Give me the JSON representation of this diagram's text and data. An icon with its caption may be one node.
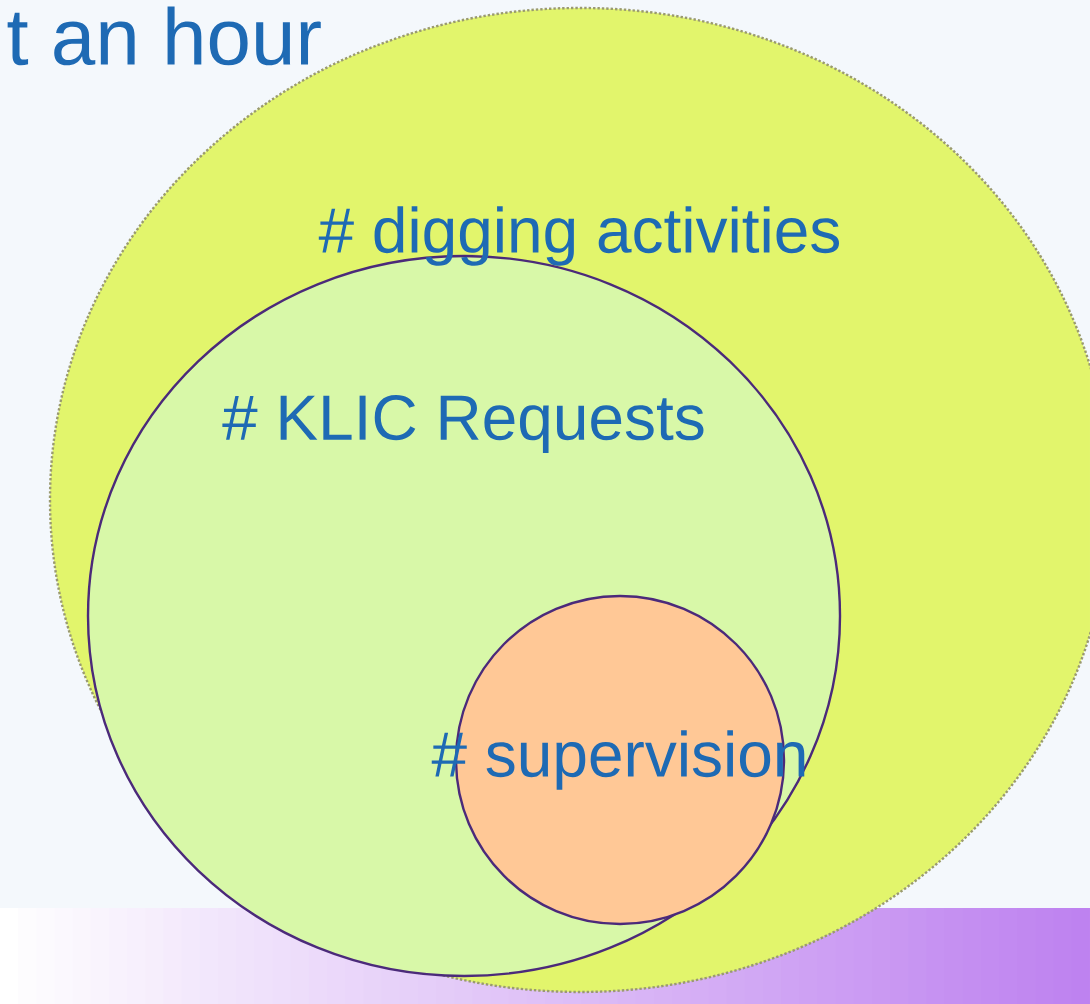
{
  "diagram": {
    "nodes": [
      {
        "text": [
          "# digging activities"
        ]
      },
      {
        "text": [
          "# KLIC Requests"
        ],
        "in": 0
      },
      {
        "text": [
          "# supervision"
        ],
        "in": 1
      }
    ],
    "labels": [
      "t an hour"
    ]
  }
}
